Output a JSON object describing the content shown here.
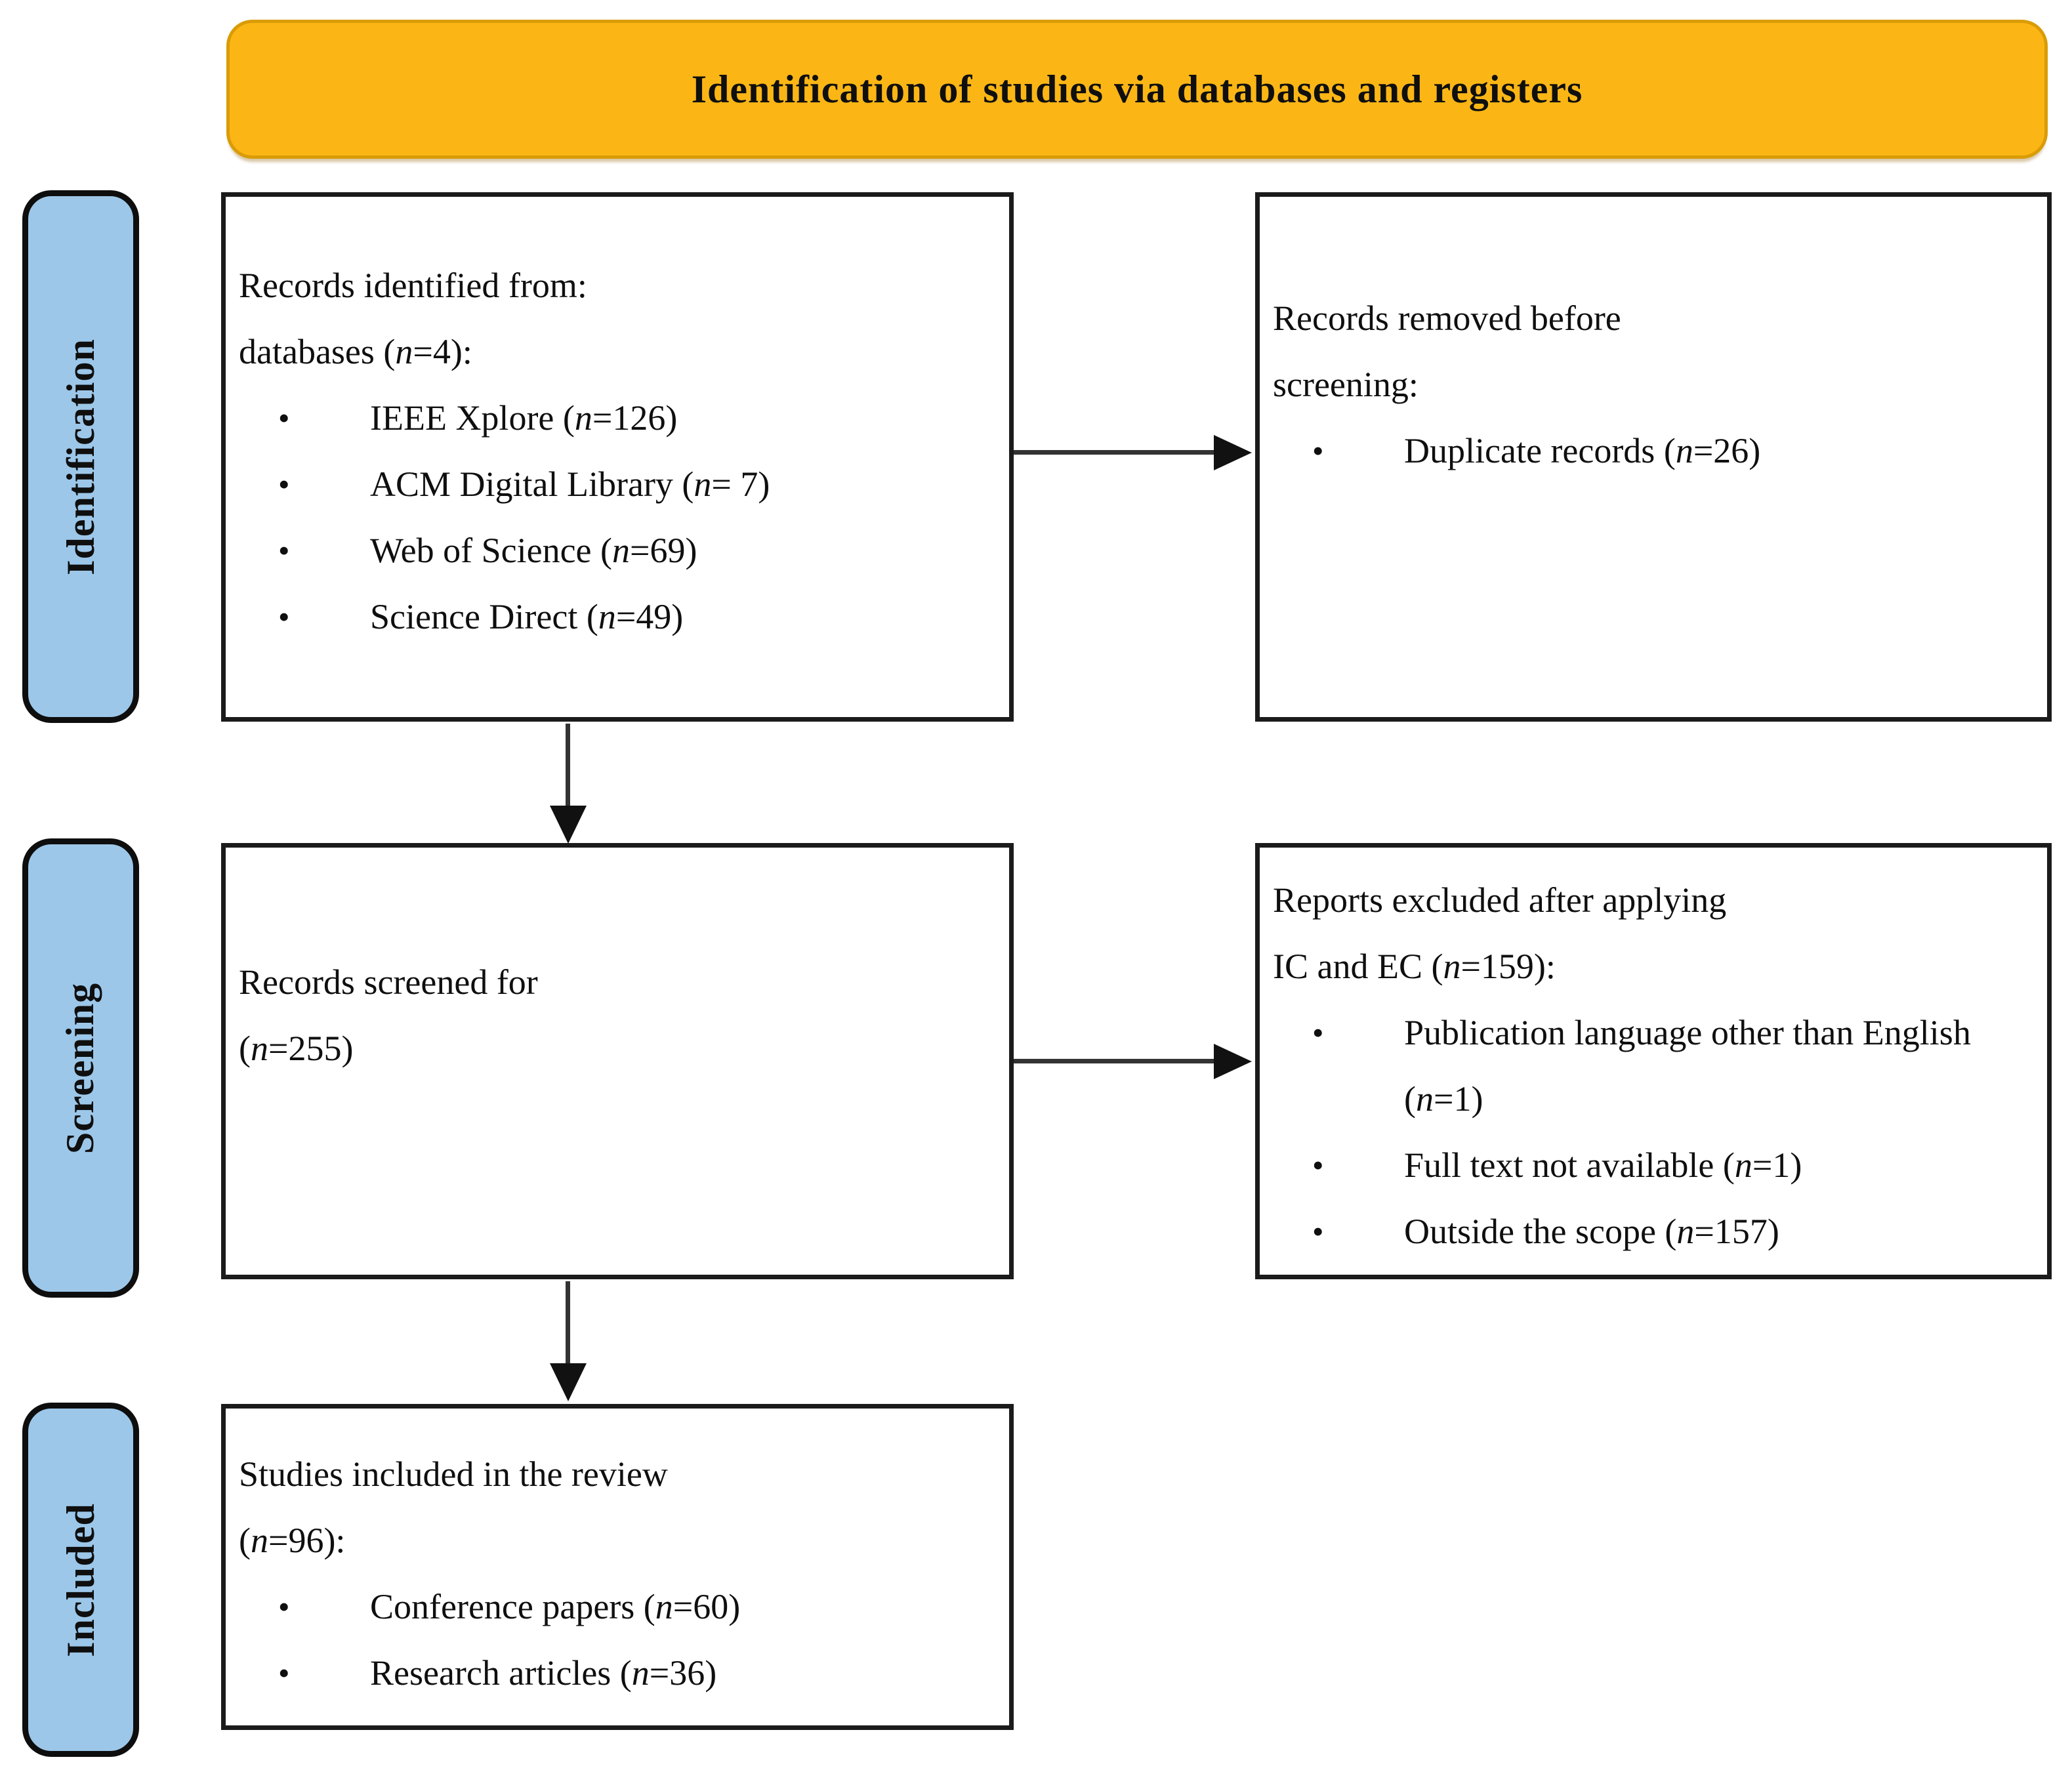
{
  "header": {
    "title": "Identification of studies via databases and registers"
  },
  "stages": {
    "identification": "Identification",
    "screening": "Screening",
    "included": "Included"
  },
  "boxes": {
    "records_identified": {
      "lines": [
        "Records identified from:",
        "databases (n=4):"
      ],
      "bullets": [
        "IEEE Xplore (n=126)",
        "ACM Digital Library (n= 7)",
        "Web of Science (n=69)",
        "Science Direct (n=49)"
      ]
    },
    "records_removed": {
      "lines": [
        "Records removed before",
        "screening:"
      ],
      "bullets": [
        "Duplicate records (n=26)"
      ]
    },
    "records_screened": {
      "lines": [
        "Records screened for",
        "(n=255)"
      ]
    },
    "reports_excluded": {
      "lines": [
        "Reports excluded after applying",
        "IC and EC (n=159):"
      ],
      "bullets": [
        "Publication language other than English (n=1)",
        "Full text not available (n=1)",
        "Outside the scope (n=157)"
      ]
    },
    "studies_included": {
      "lines": [
        "Studies included in the review",
        "(n=96):"
      ],
      "bullets": [
        "Conference papers (n=60)",
        "Research articles (n=36)"
      ]
    }
  },
  "bullet_glyph": "•",
  "colors": {
    "header_bg": "#FBB615",
    "header_border": "#D99C06",
    "stage_bg": "#9CC7E9",
    "box_border": "#1B1B1B",
    "arrow": "#111111",
    "text": "#0F0F0F"
  }
}
